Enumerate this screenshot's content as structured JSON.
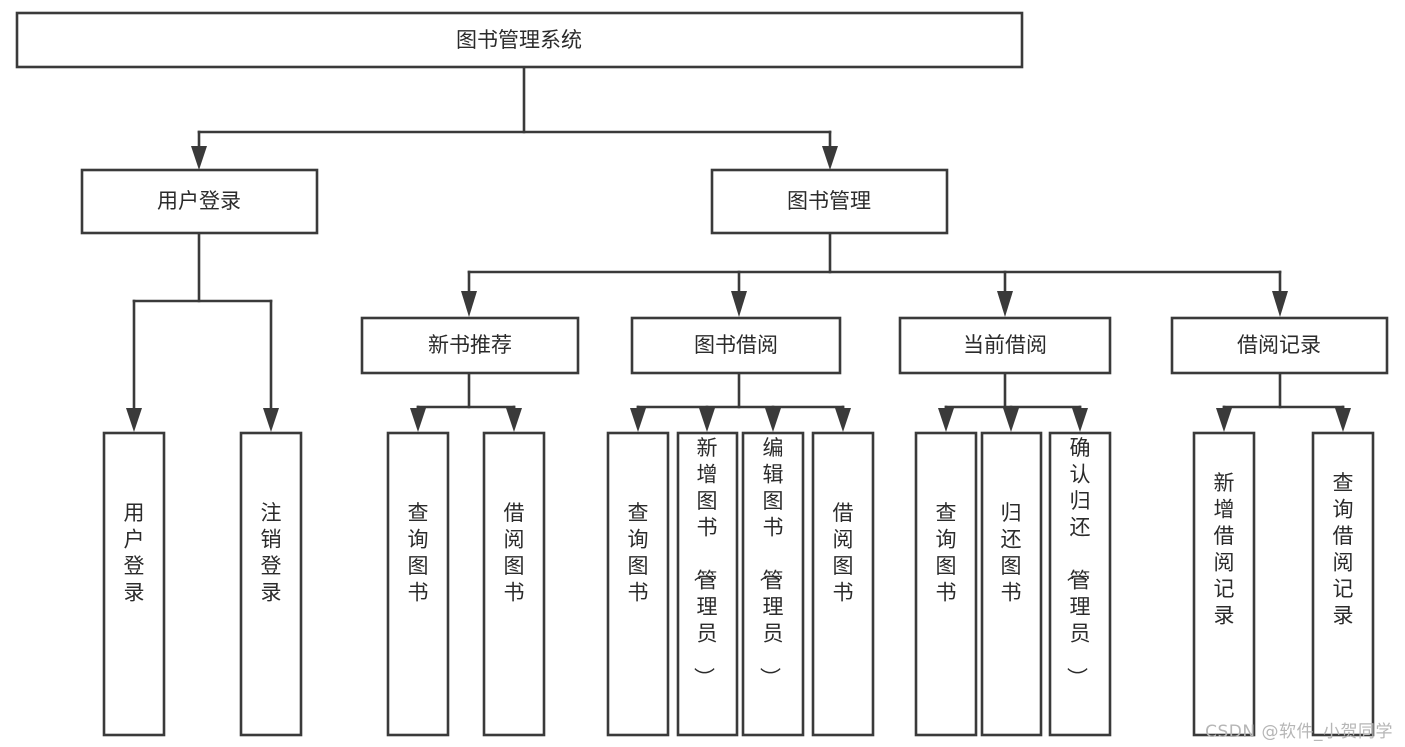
{
  "diagram": {
    "type": "tree",
    "title": "图书管理系统",
    "watermark": "CSDN @软件_小贺同学",
    "nodes": {
      "root": {
        "label": "图书管理系统"
      },
      "level2": [
        {
          "id": "user-login",
          "label": "用户登录"
        },
        {
          "id": "book-manage",
          "label": "图书管理"
        }
      ],
      "level3": [
        {
          "id": "new-book-recommend",
          "label": "新书推荐"
        },
        {
          "id": "book-borrow",
          "label": "图书借阅"
        },
        {
          "id": "current-borrow",
          "label": "当前借阅"
        },
        {
          "id": "borrow-record",
          "label": "借阅记录"
        }
      ],
      "leaves": [
        {
          "id": "leaf-user-login",
          "label": "用户登录",
          "parent": "user-login"
        },
        {
          "id": "leaf-logout-login",
          "label": "注销登录",
          "parent": "user-login"
        },
        {
          "id": "leaf-query-book-1",
          "label": "查询图书",
          "parent": "new-book-recommend"
        },
        {
          "id": "leaf-borrow-book-1",
          "label": "借阅图书",
          "parent": "new-book-recommend"
        },
        {
          "id": "leaf-query-book-2",
          "label": "查询图书",
          "parent": "book-borrow"
        },
        {
          "id": "leaf-add-book",
          "label": "新增图书（管理员）",
          "parent": "book-borrow"
        },
        {
          "id": "leaf-edit-book",
          "label": "编辑图书（管理员）",
          "parent": "book-borrow"
        },
        {
          "id": "leaf-borrow-book-2",
          "label": "借阅图书",
          "parent": "book-borrow"
        },
        {
          "id": "leaf-query-book-3",
          "label": "查询图书",
          "parent": "current-borrow"
        },
        {
          "id": "leaf-return-book",
          "label": "归还图书",
          "parent": "current-borrow"
        },
        {
          "id": "leaf-confirm-return",
          "label": "确认归还（管理员）",
          "parent": "current-borrow"
        },
        {
          "id": "leaf-add-record",
          "label": "新增借阅记录",
          "parent": "borrow-record"
        },
        {
          "id": "leaf-query-record",
          "label": "查询借阅记录",
          "parent": "borrow-record"
        }
      ]
    },
    "colors": {
      "stroke": "#3a3a3a",
      "fill": "#ffffff",
      "text": "#2b2b2b",
      "watermark": "#b6b6b6"
    }
  }
}
